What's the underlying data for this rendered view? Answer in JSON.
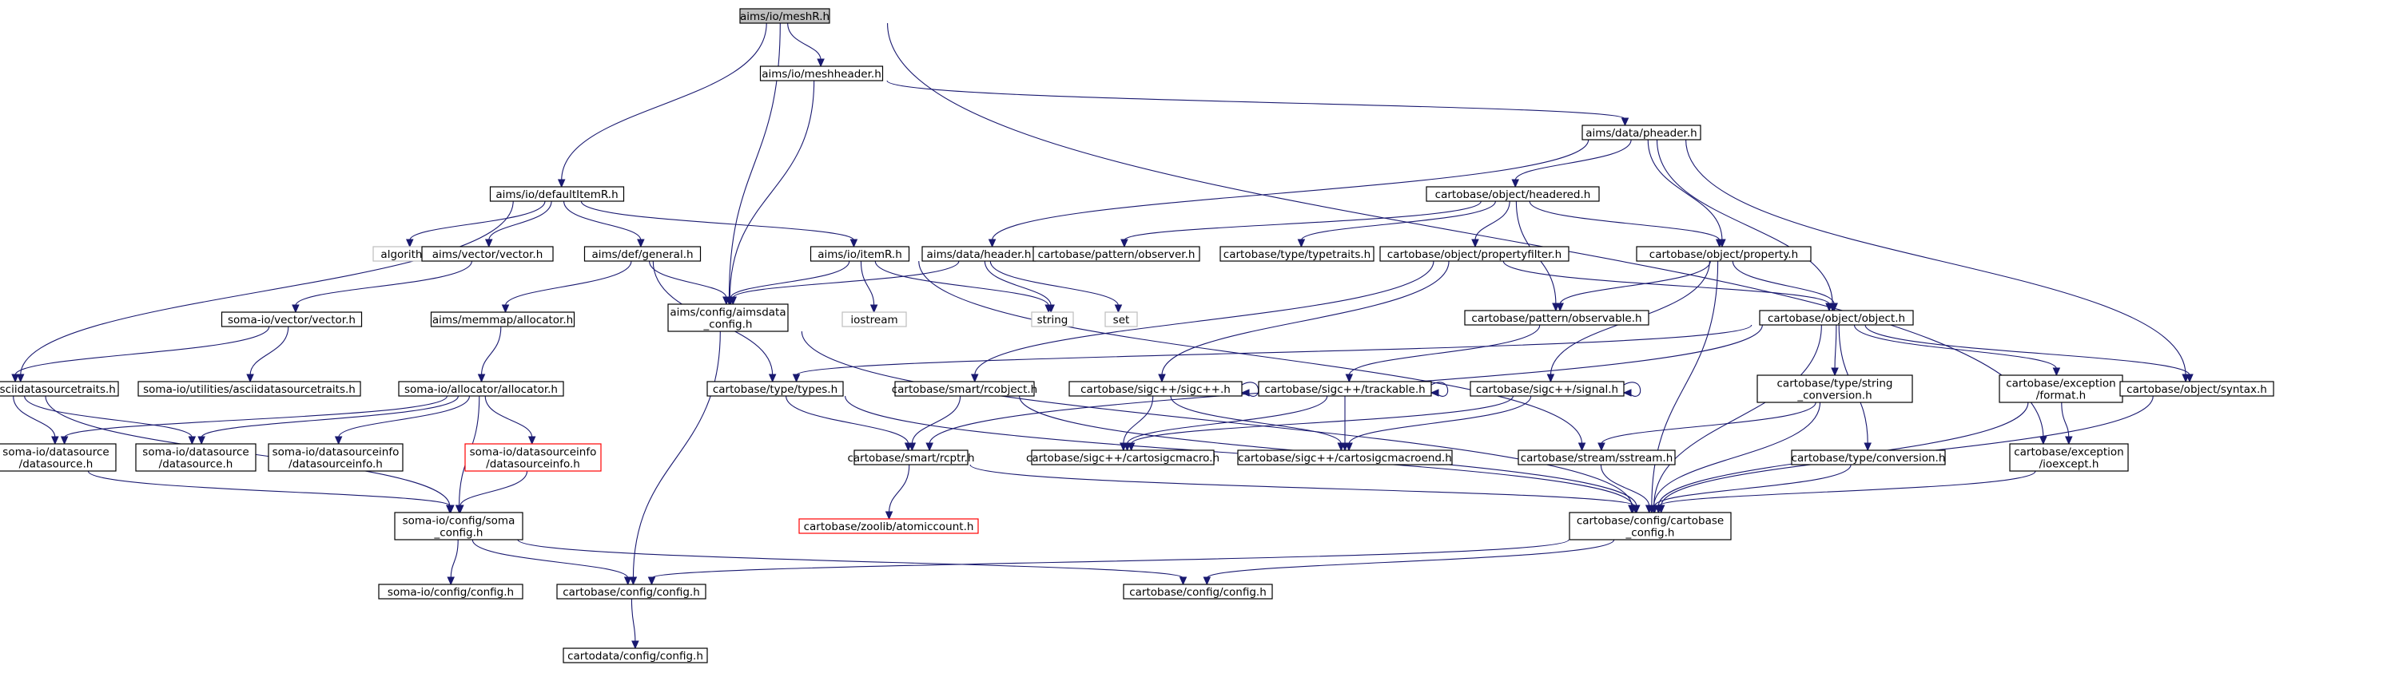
{
  "colors": {
    "edge": "#191970",
    "node_border": "#000000",
    "missing_border": "#bfbfbf",
    "truncated_border": "#ff0000",
    "root_fill": "#bfbfbf",
    "node_fill": "#ffffff"
  },
  "nodes": [
    {
      "id": "n0",
      "lines": [
        "aims/io/meshR.h"
      ],
      "style": "root"
    },
    {
      "id": "n1",
      "lines": [
        "aims/io/meshheader.h"
      ],
      "style": "normal"
    },
    {
      "id": "n2",
      "lines": [
        "aims/data/pheader.h"
      ],
      "style": "normal"
    },
    {
      "id": "n3",
      "lines": [
        "aims/io/defaultItemR.h"
      ],
      "style": "normal"
    },
    {
      "id": "n4",
      "lines": [
        "cartobase/object/headered.h"
      ],
      "style": "normal"
    },
    {
      "id": "n5",
      "lines": [
        "algorithm"
      ],
      "style": "missing"
    },
    {
      "id": "n6",
      "lines": [
        "aims/vector/vector.h"
      ],
      "style": "normal"
    },
    {
      "id": "n7",
      "lines": [
        "aims/def/general.h"
      ],
      "style": "normal"
    },
    {
      "id": "n8",
      "lines": [
        "aims/io/itemR.h"
      ],
      "style": "normal"
    },
    {
      "id": "n9",
      "lines": [
        "aims/data/header.h"
      ],
      "style": "normal"
    },
    {
      "id": "n10",
      "lines": [
        "cartobase/pattern/observer.h"
      ],
      "style": "normal"
    },
    {
      "id": "n11",
      "lines": [
        "cartobase/type/typetraits.h"
      ],
      "style": "normal"
    },
    {
      "id": "n12",
      "lines": [
        "cartobase/object/propertyfilter.h"
      ],
      "style": "normal"
    },
    {
      "id": "n13",
      "lines": [
        "cartobase/object/property.h"
      ],
      "style": "normal"
    },
    {
      "id": "n14",
      "lines": [
        "aims/config/aimsdata",
        "_config.h"
      ],
      "style": "normal"
    },
    {
      "id": "n15",
      "lines": [
        "iostream"
      ],
      "style": "missing"
    },
    {
      "id": "n16",
      "lines": [
        "string"
      ],
      "style": "missing"
    },
    {
      "id": "n17",
      "lines": [
        "set"
      ],
      "style": "missing"
    },
    {
      "id": "n18",
      "lines": [
        "soma-io/vector/vector.h"
      ],
      "style": "normal"
    },
    {
      "id": "n19",
      "lines": [
        "aims/memmap/allocator.h"
      ],
      "style": "normal"
    },
    {
      "id": "n20",
      "lines": [
        "cartobase/pattern/observable.h"
      ],
      "style": "normal"
    },
    {
      "id": "n21",
      "lines": [
        "cartobase/object/object.h"
      ],
      "style": "normal"
    },
    {
      "id": "n22",
      "lines": [
        "soma-io/utilities/asciidatasourcetraits.h"
      ],
      "style": "normal"
    },
    {
      "id": "n23",
      "lines": [
        "soma-io/utilities/asciidatasourcetraits.h"
      ],
      "style": "normal"
    },
    {
      "id": "n24",
      "lines": [
        "soma-io/allocator/allocator.h"
      ],
      "style": "normal"
    },
    {
      "id": "n25",
      "lines": [
        "cartobase/type/types.h"
      ],
      "style": "normal"
    },
    {
      "id": "n26",
      "lines": [
        "cartobase/smart/rcobject.h"
      ],
      "style": "normal"
    },
    {
      "id": "n27",
      "lines": [
        "cartobase/sigc++/sigc++.h"
      ],
      "style": "normal"
    },
    {
      "id": "n28",
      "lines": [
        "cartobase/sigc++/trackable.h"
      ],
      "style": "normal"
    },
    {
      "id": "n29",
      "lines": [
        "cartobase/sigc++/signal.h"
      ],
      "style": "normal"
    },
    {
      "id": "n30",
      "lines": [
        "cartobase/type/string",
        "_conversion.h"
      ],
      "style": "normal"
    },
    {
      "id": "n31",
      "lines": [
        "cartobase/exception",
        "/format.h"
      ],
      "style": "normal"
    },
    {
      "id": "n32",
      "lines": [
        "cartobase/object/syntax.h"
      ],
      "style": "normal"
    },
    {
      "id": "n33",
      "lines": [
        "soma-io/datasource",
        "/datasource.h"
      ],
      "style": "normal"
    },
    {
      "id": "n34",
      "lines": [
        "soma-io/datasource",
        "/datasource.h"
      ],
      "style": "normal"
    },
    {
      "id": "n35",
      "lines": [
        "soma-io/datasourceinfo",
        "/datasourceinfo.h"
      ],
      "style": "normal"
    },
    {
      "id": "n36",
      "lines": [
        "soma-io/datasourceinfo",
        "/datasourceinfo.h"
      ],
      "style": "truncated"
    },
    {
      "id": "n37",
      "lines": [
        "cartobase/smart/rcptr.h"
      ],
      "style": "normal"
    },
    {
      "id": "n38",
      "lines": [
        "cartobase/sigc++/cartosigcmacro.h"
      ],
      "style": "normal"
    },
    {
      "id": "n39",
      "lines": [
        "cartobase/sigc++/cartosigcmacroend.h"
      ],
      "style": "normal"
    },
    {
      "id": "n40",
      "lines": [
        "cartobase/stream/sstream.h"
      ],
      "style": "normal"
    },
    {
      "id": "n41",
      "lines": [
        "cartobase/type/conversion.h"
      ],
      "style": "normal"
    },
    {
      "id": "n42",
      "lines": [
        "cartobase/exception",
        "/ioexcept.h"
      ],
      "style": "normal"
    },
    {
      "id": "n43",
      "lines": [
        "soma-io/config/soma",
        "_config.h"
      ],
      "style": "normal"
    },
    {
      "id": "n44",
      "lines": [
        "cartobase/zoolib/atomiccount.h"
      ],
      "style": "truncated"
    },
    {
      "id": "n45",
      "lines": [
        "cartobase/config/cartobase",
        "_config.h"
      ],
      "style": "normal"
    },
    {
      "id": "n46",
      "lines": [
        "soma-io/config/config.h"
      ],
      "style": "normal"
    },
    {
      "id": "n47",
      "lines": [
        "cartobase/config/config.h"
      ],
      "style": "normal"
    },
    {
      "id": "n48",
      "lines": [
        "cartobase/config/config.h"
      ],
      "style": "normal"
    },
    {
      "id": "n49",
      "lines": [
        "cartodata/config/config.h"
      ],
      "style": "normal"
    }
  ],
  "edges": [
    [
      "n0",
      "n1"
    ],
    [
      "n0",
      "n3"
    ],
    [
      "n0",
      "n14"
    ],
    [
      "n0",
      "n42"
    ],
    [
      "n1",
      "n2"
    ],
    [
      "n1",
      "n14"
    ],
    [
      "n2",
      "n4"
    ],
    [
      "n2",
      "n9"
    ],
    [
      "n2",
      "n13"
    ],
    [
      "n2",
      "n21"
    ],
    [
      "n2",
      "n32"
    ],
    [
      "n3",
      "n5"
    ],
    [
      "n3",
      "n6"
    ],
    [
      "n3",
      "n7"
    ],
    [
      "n3",
      "n8"
    ],
    [
      "n3",
      "n22"
    ],
    [
      "n4",
      "n10"
    ],
    [
      "n4",
      "n11"
    ],
    [
      "n4",
      "n12"
    ],
    [
      "n4",
      "n13"
    ],
    [
      "n4",
      "n20"
    ],
    [
      "n6",
      "n18"
    ],
    [
      "n7",
      "n14"
    ],
    [
      "n7",
      "n19"
    ],
    [
      "n7",
      "n25"
    ],
    [
      "n8",
      "n14"
    ],
    [
      "n8",
      "n15"
    ],
    [
      "n8",
      "n16"
    ],
    [
      "n8",
      "n40"
    ],
    [
      "n9",
      "n14"
    ],
    [
      "n9",
      "n16"
    ],
    [
      "n9",
      "n17"
    ],
    [
      "n12",
      "n21"
    ],
    [
      "n12",
      "n26"
    ],
    [
      "n12",
      "n27"
    ],
    [
      "n13",
      "n20"
    ],
    [
      "n13",
      "n21"
    ],
    [
      "n13",
      "n29"
    ],
    [
      "n13",
      "n45"
    ],
    [
      "n14",
      "n47"
    ],
    [
      "n14",
      "n45"
    ],
    [
      "n18",
      "n22"
    ],
    [
      "n18",
      "n23"
    ],
    [
      "n19",
      "n24"
    ],
    [
      "n20",
      "n28"
    ],
    [
      "n21",
      "n25"
    ],
    [
      "n21",
      "n30"
    ],
    [
      "n21",
      "n31"
    ],
    [
      "n21",
      "n32"
    ],
    [
      "n21",
      "n41"
    ],
    [
      "n21",
      "n37"
    ],
    [
      "n21",
      "n45"
    ],
    [
      "n22",
      "n33"
    ],
    [
      "n22",
      "n34"
    ],
    [
      "n22",
      "n43"
    ],
    [
      "n24",
      "n33"
    ],
    [
      "n24",
      "n34"
    ],
    [
      "n24",
      "n35"
    ],
    [
      "n24",
      "n36"
    ],
    [
      "n24",
      "n43"
    ],
    [
      "n25",
      "n37"
    ],
    [
      "n25",
      "n45"
    ],
    [
      "n26",
      "n37"
    ],
    [
      "n26",
      "n45"
    ],
    [
      "n27",
      "n27"
    ],
    [
      "n27",
      "n38"
    ],
    [
      "n27",
      "n39"
    ],
    [
      "n28",
      "n28"
    ],
    [
      "n28",
      "n38"
    ],
    [
      "n28",
      "n39"
    ],
    [
      "n29",
      "n29"
    ],
    [
      "n29",
      "n38"
    ],
    [
      "n29",
      "n39"
    ],
    [
      "n30",
      "n40"
    ],
    [
      "n30",
      "n45"
    ],
    [
      "n31",
      "n42"
    ],
    [
      "n31",
      "n45"
    ],
    [
      "n32",
      "n45"
    ],
    [
      "n33",
      "n43"
    ],
    [
      "n36",
      "n43"
    ],
    [
      "n37",
      "n44"
    ],
    [
      "n37",
      "n45"
    ],
    [
      "n40",
      "n45"
    ],
    [
      "n41",
      "n45"
    ],
    [
      "n42",
      "n45"
    ],
    [
      "n43",
      "n46"
    ],
    [
      "n43",
      "n47"
    ],
    [
      "n43",
      "n48"
    ],
    [
      "n45",
      "n47"
    ],
    [
      "n45",
      "n48"
    ],
    [
      "n47",
      "n49"
    ]
  ]
}
